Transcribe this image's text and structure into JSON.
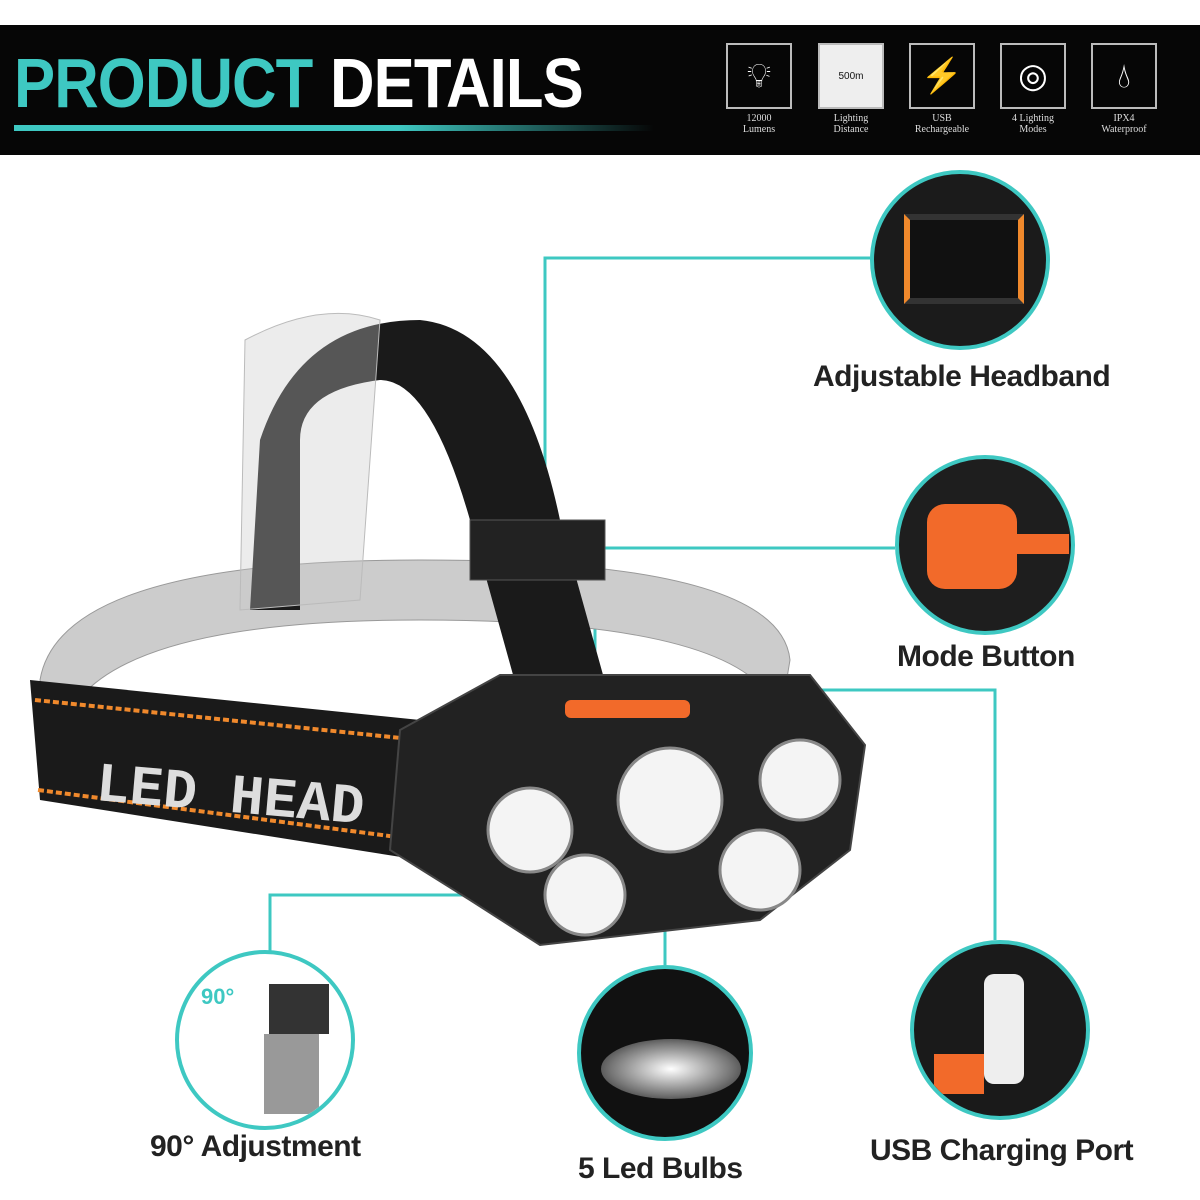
{
  "header": {
    "title_part1": "PRODUCT",
    "title_part2": "DETAILS",
    "features": [
      {
        "icon": "lightbulb-icon",
        "line1": "12000",
        "line2": "Lumens"
      },
      {
        "icon": "distance-icon",
        "line1": "Lighting",
        "line2": "Distance",
        "badge": "500m"
      },
      {
        "icon": "usb-icon",
        "line1": "USB",
        "line2": "Rechargeable"
      },
      {
        "icon": "rings-icon",
        "line1": "4 Lighting",
        "line2": "Modes"
      },
      {
        "icon": "water-drops-icon",
        "line1": "IPX4",
        "line2": "Waterproof"
      }
    ]
  },
  "callouts": {
    "headband": "Adjustable Headband",
    "mode": "Mode Button",
    "adjust": "90° Adjustment",
    "angle": "90°",
    "bulbs": "5 Led Bulbs",
    "usb": "USB Charging Port"
  },
  "band_text": "LED HEAD",
  "colors": {
    "accent": "#3ec8c2",
    "orange": "#f26a2a",
    "band": "#1a1a1a"
  }
}
